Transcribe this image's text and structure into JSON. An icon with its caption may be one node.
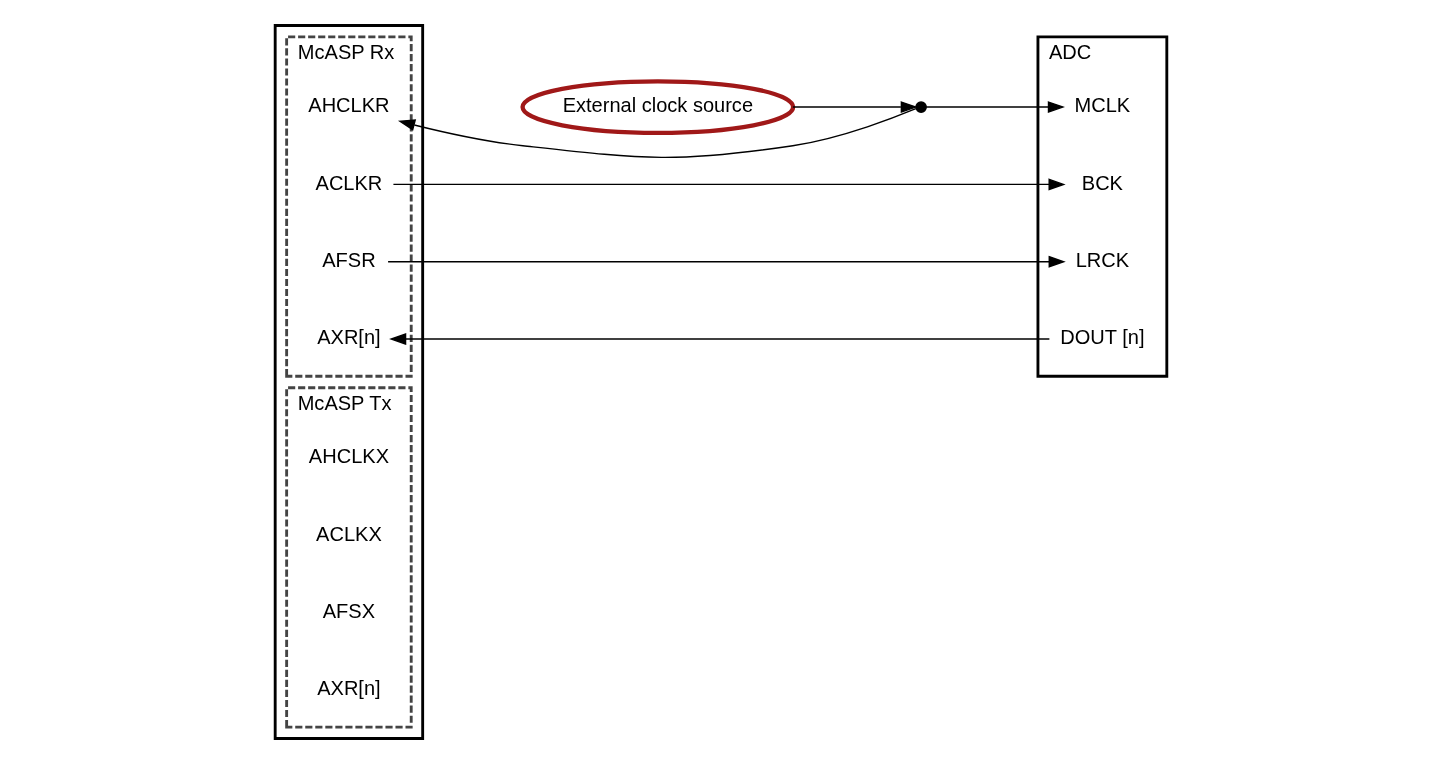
{
  "diagram": {
    "nodes": [
      {
        "text": [
          "External clock source"
        ]
      },
      {
        "text": [],
        "shape": "box"
      },
      {
        "text": [
          "McASP Rx"
        ],
        "in": 1
      },
      {
        "text": [
          "AHCLKR"
        ],
        "in": 2
      },
      {
        "text": [
          "ACLKR"
        ],
        "in": 2
      },
      {
        "text": [
          "AFSR"
        ],
        "in": 2
      },
      {
        "text": [
          "AXR[n]"
        ],
        "in": 2
      },
      {
        "text": [
          "McASP Tx"
        ],
        "in": 1
      },
      {
        "text": [
          "AHCLKX"
        ],
        "in": 7
      },
      {
        "text": [
          "ACLKX"
        ],
        "in": 7
      },
      {
        "text": [
          "AFSX"
        ],
        "in": 7
      },
      {
        "text": [
          "AXR[n]"
        ],
        "in": 7
      },
      {
        "text": [
          "ADC"
        ]
      },
      {
        "text": [
          "MCLK"
        ],
        "in": 12
      },
      {
        "text": [
          "BCK"
        ],
        "in": 12
      },
      {
        "text": [
          "LRCK"
        ],
        "in": 12
      },
      {
        "text": [
          "DOUT [n]"
        ],
        "in": 12
      },
      {
        "text": [],
        "shape": "circle"
      }
    ],
    "edges": [
      {
        "from": 0,
        "to": 17,
        "arrow": "to"
      },
      {
        "from": 17,
        "to": 3,
        "arrow": "to"
      },
      {
        "from": 17,
        "to": 13,
        "arrow": "to"
      },
      {
        "from": 4,
        "to": 14,
        "arrow": "to"
      },
      {
        "from": 5,
        "to": 15,
        "arrow": "to"
      },
      {
        "from": 16,
        "to": 6,
        "arrow": "to"
      }
    ]
  }
}
